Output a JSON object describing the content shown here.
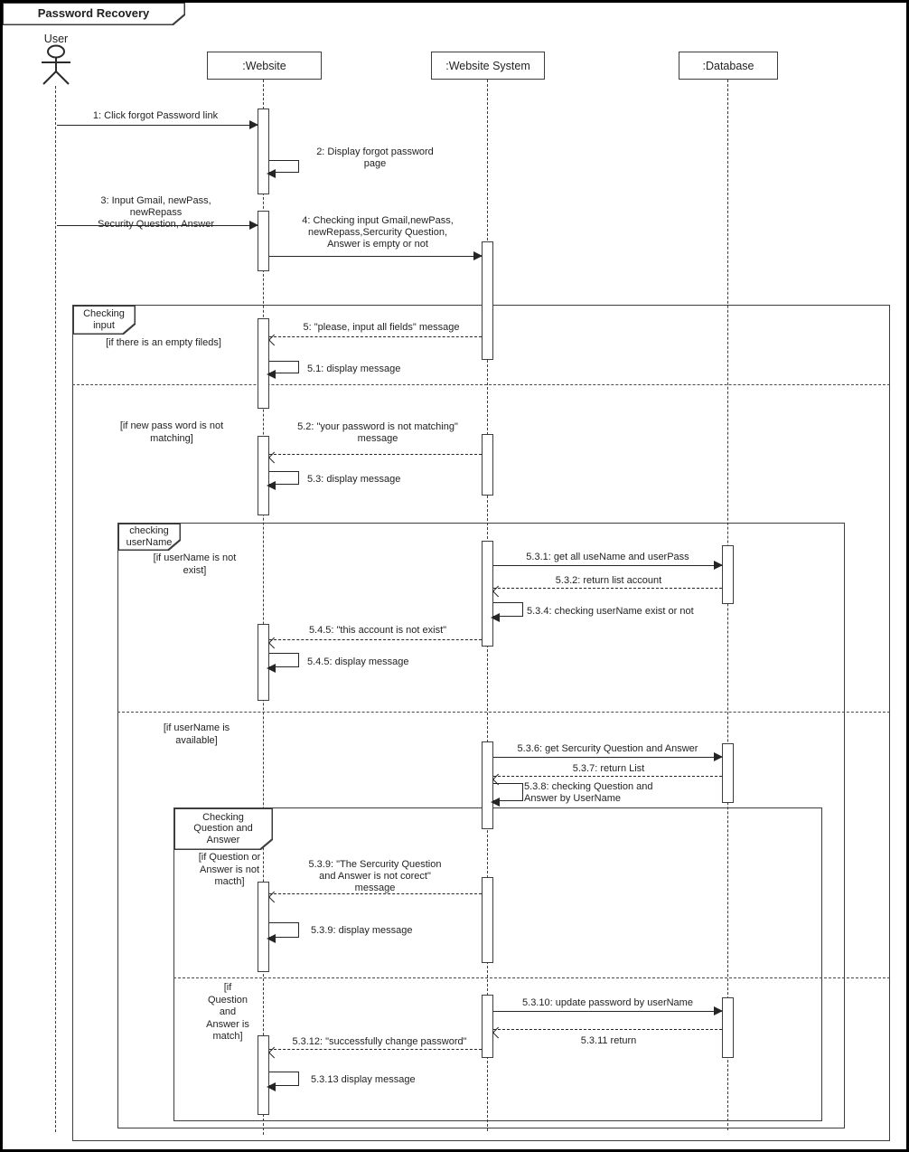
{
  "diagram_title": "Password Recovery",
  "diagram_type": "uml-sequence",
  "colors": {
    "background": "#ffffff",
    "line": "#3d3d3d",
    "text": "#1f1f1f"
  },
  "actor": {
    "name": "User"
  },
  "lifelines": [
    {
      "name": ":Website"
    },
    {
      "name": ":Website System"
    },
    {
      "name": ":Database"
    }
  ],
  "frames": [
    {
      "label": "Checking\ninput",
      "guards": [
        "[if there is an empty fileds]",
        "[if new pass word is not\nmatching]"
      ]
    },
    {
      "label": "checking\nuserName",
      "guards": [
        "[if userName is not\nexist]",
        "[if userName is\navailable]"
      ]
    },
    {
      "label": "Checking\nQuestion and\nAnswer",
      "guards": [
        "[if Question or\nAnswer is not\nmacth]",
        "[if\nQuestion\nand\nAnswer is\nmatch]"
      ]
    }
  ],
  "messages": {
    "m1": "1: Click forgot Password link",
    "m2": "2: Display forgot password\npage",
    "m3": "3: Input Gmail, newPass,\nnewRepass\nSecurity Question, Answer",
    "m4": "4: Checking input Gmail,newPass,\nnewRepass,Sercurity Question,\nAnswer is empty or not",
    "m5": "5: \"please, input all fields\" message",
    "m5_1": "5.1: display message",
    "m5_2": "5.2: \"your password is not matching\"\nmessage",
    "m5_3": "5.3: display message",
    "m5_3_1": "5.3.1: get all useName and userPass",
    "m5_3_2": "5.3.2: return list account",
    "m5_3_4": "5.3.4: checking userName exist or not",
    "m5_4_5_return": "5.4.5: \"this account is not exist\"",
    "m5_4_5_display": "5.4.5: display message",
    "m5_3_6": "5.3.6: get Sercurity Question and Answer",
    "m5_3_7": "5.3.7: return List",
    "m5_3_8": "5.3.8: checking Question and\nAnswer by UserName",
    "m5_3_9_return": "5.3.9: \"The Sercurity Question\nand Answer is not corect\"\nmessage",
    "m5_3_9_display": "5.3.9: display message",
    "m5_3_10": "5.3.10: update password by userName",
    "m5_3_11": "5.3.11 return",
    "m5_3_12": "5.3.12: \"successfully change password\"",
    "m5_3_13": "5.3.13 display message"
  }
}
